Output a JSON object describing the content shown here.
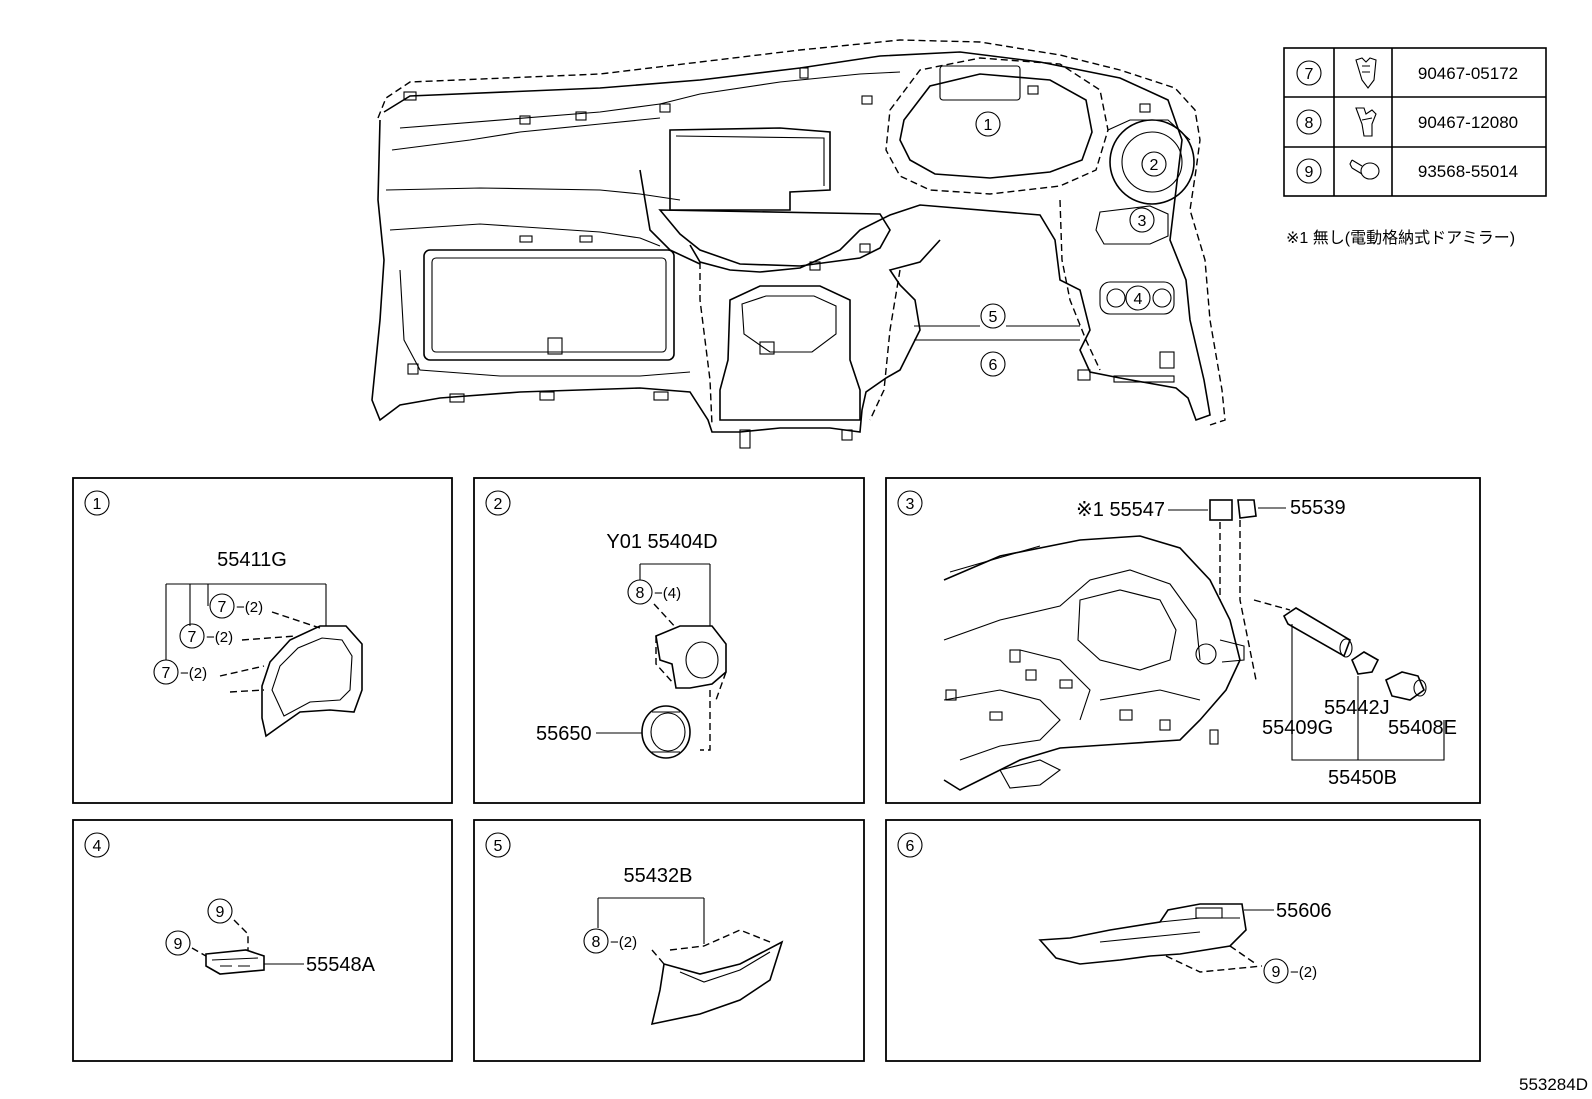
{
  "fastener_table": [
    {
      "ref": "7",
      "part_no": "90467-05172",
      "icon": "clip-icon"
    },
    {
      "ref": "8",
      "part_no": "90467-12080",
      "icon": "clip-icon"
    },
    {
      "ref": "9",
      "part_no": "93568-55014",
      "icon": "screw-icon"
    }
  ],
  "note": "※1 無し(電動格納式ドアミラー)",
  "overview": {
    "callouts": [
      "1",
      "2",
      "3",
      "4",
      "5",
      "6"
    ]
  },
  "panels": [
    {
      "id": "1",
      "part": "55411G",
      "fasteners": [
        {
          "ref": "7",
          "qty": "−(2)"
        },
        {
          "ref": "7",
          "qty": "−(2)"
        },
        {
          "ref": "7",
          "qty": "−(2)"
        }
      ]
    },
    {
      "id": "2",
      "part": "Y01 55404D",
      "part2": "55650",
      "fasteners": [
        {
          "ref": "8",
          "qty": "−(4)"
        }
      ]
    },
    {
      "id": "3",
      "part_a": "※1 55547",
      "part_b": "55539",
      "part_c": "55442J",
      "part_d": "55409G",
      "part_e": "55408E",
      "part_f": "55450B"
    },
    {
      "id": "4",
      "part": "55548A",
      "fasteners": [
        {
          "ref": "9"
        },
        {
          "ref": "9"
        }
      ]
    },
    {
      "id": "5",
      "part": "55432B",
      "fasteners": [
        {
          "ref": "8",
          "qty": "−(2)"
        }
      ]
    },
    {
      "id": "6",
      "part": "55606",
      "fasteners": [
        {
          "ref": "9",
          "qty": "−(2)"
        }
      ]
    }
  ],
  "drawing_id": "553284D"
}
